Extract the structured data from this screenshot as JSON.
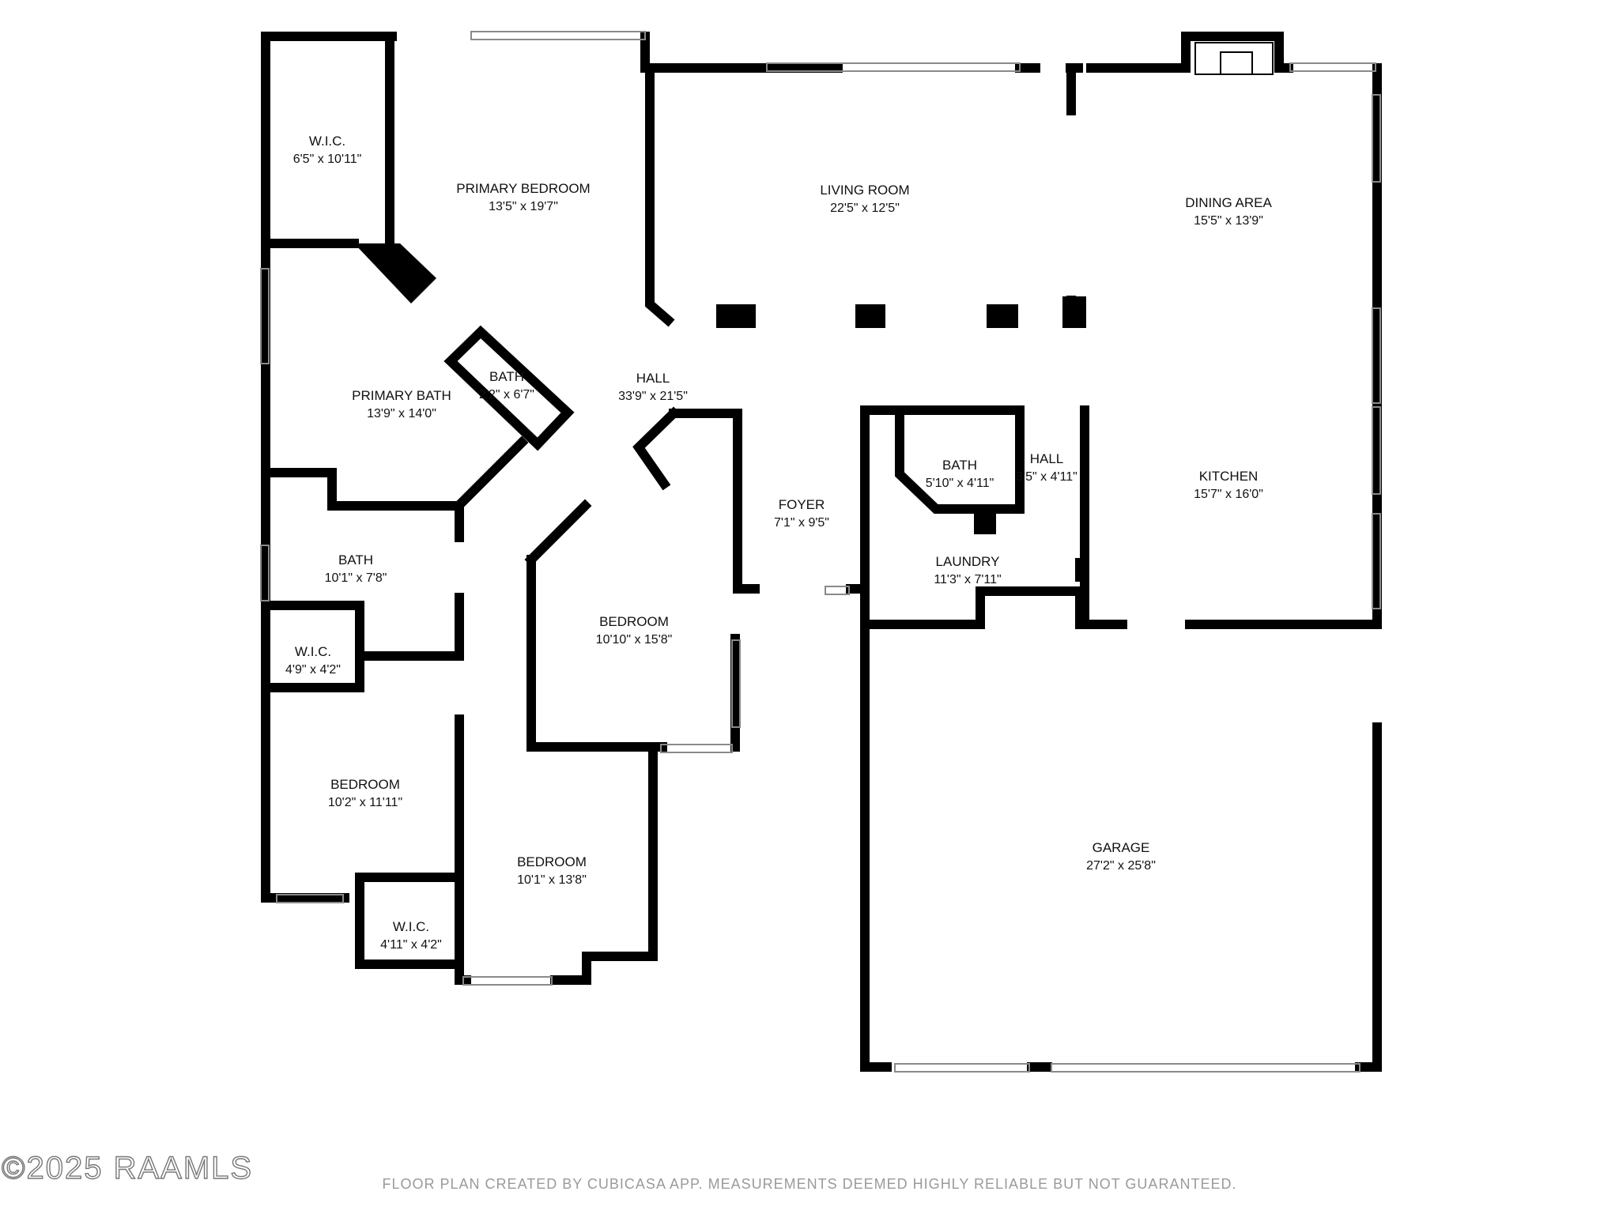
{
  "rooms": [
    {
      "name": "W.I.C.",
      "dim": "6'5\" x 10'11\""
    },
    {
      "name": "PRIMARY BEDROOM",
      "dim": "13'5\" x 19'7\""
    },
    {
      "name": "LIVING ROOM",
      "dim": "22'5\" x 12'5\""
    },
    {
      "name": "DINING AREA",
      "dim": "15'5\" x 13'9\""
    },
    {
      "name": "PRIMARY BATH",
      "dim": "13'9\" x 14'0\""
    },
    {
      "name": "BATH",
      "dim": "2'2\" x 6'7\""
    },
    {
      "name": "HALL",
      "dim": "33'9\" x 21'5\""
    },
    {
      "name": "BATH",
      "dim": "5'10\" x 4'11\""
    },
    {
      "name": "HALL",
      "dim": "3'5\" x 4'11\""
    },
    {
      "name": "KITCHEN",
      "dim": "15'7\" x 16'0\""
    },
    {
      "name": "FOYER",
      "dim": "7'1\" x 9'5\""
    },
    {
      "name": "BATH",
      "dim": "10'1\" x 7'8\""
    },
    {
      "name": "BEDROOM",
      "dim": "10'10\" x 15'8\""
    },
    {
      "name": "LAUNDRY",
      "dim": "11'3\" x 7'11\""
    },
    {
      "name": "W.I.C.",
      "dim": "4'9\" x 4'2\""
    },
    {
      "name": "BEDROOM",
      "dim": "10'2\" x 11'11\""
    },
    {
      "name": "GARAGE",
      "dim": "27'2\" x 25'8\""
    },
    {
      "name": "BEDROOM",
      "dim": "10'1\" x 13'8\""
    },
    {
      "name": "W.I.C.",
      "dim": "4'11\" x 4'2\""
    }
  ],
  "footer": "FLOOR PLAN CREATED BY CUBICASA APP. MEASUREMENTS DEEMED HIGHLY RELIABLE BUT NOT GUARANTEED.",
  "copyright": "©2025 RAAMLS",
  "colors": {
    "wall": "#000000",
    "window": "#8a8a8a",
    "footer": "#9a9a9a"
  }
}
